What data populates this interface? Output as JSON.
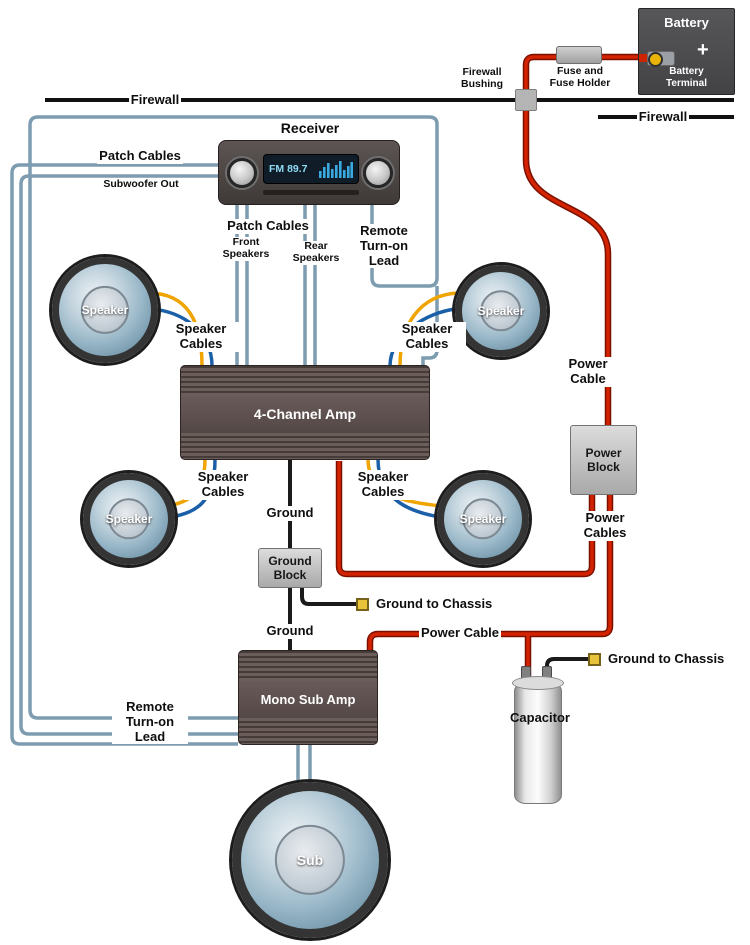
{
  "firewall": {
    "left_label": "Firewall",
    "right_label": "Firewall",
    "bushing_line1": "Firewall",
    "bushing_line2": "Bushing"
  },
  "battery": {
    "title": "Battery",
    "plus": "+",
    "terminal_line1": "Battery",
    "terminal_line2": "Terminal"
  },
  "fuse": {
    "line1": "Fuse and",
    "line2": "Fuse Holder"
  },
  "receiver": {
    "title": "Receiver",
    "display_text": "FM 89.7"
  },
  "patch_cables": {
    "left_title": "Patch Cables",
    "left_subtitle": "Subwoofer Out",
    "bottom_title": "Patch Cables",
    "front_line1": "Front",
    "front_line2": "Speakers",
    "rear_line1": "Rear",
    "rear_line2": "Speakers"
  },
  "remote_lead": {
    "line1": "Remote",
    "line2": "Turn-on",
    "line3": "Lead"
  },
  "speaker_cables": {
    "line1": "Speaker",
    "line2": "Cables"
  },
  "speakers": {
    "label": "Speaker",
    "sub_label": "Sub"
  },
  "amps": {
    "four_channel": "4-Channel Amp",
    "mono_sub": "Mono Sub Amp"
  },
  "ground": {
    "label": "Ground",
    "block_line1": "Ground",
    "block_line2": "Block",
    "chassis": "Ground to Chassis"
  },
  "power": {
    "cable_line1": "Power",
    "cable_line2": "Cable",
    "block_line1": "Power",
    "block_line2": "Block",
    "cables_line1": "Power",
    "cables_line2": "Cables",
    "cable_bottom": "Power Cable"
  },
  "capacitor": {
    "label": "Capacitor"
  },
  "colors": {
    "power_red": "#d42300",
    "wire_gray_blue": "#7d9cb0",
    "speaker_yellow": "#f0a400",
    "speaker_blue": "#1b5fa8",
    "ground_black": "#1a1a1a",
    "terminal_yellow": "#e7c23a"
  }
}
